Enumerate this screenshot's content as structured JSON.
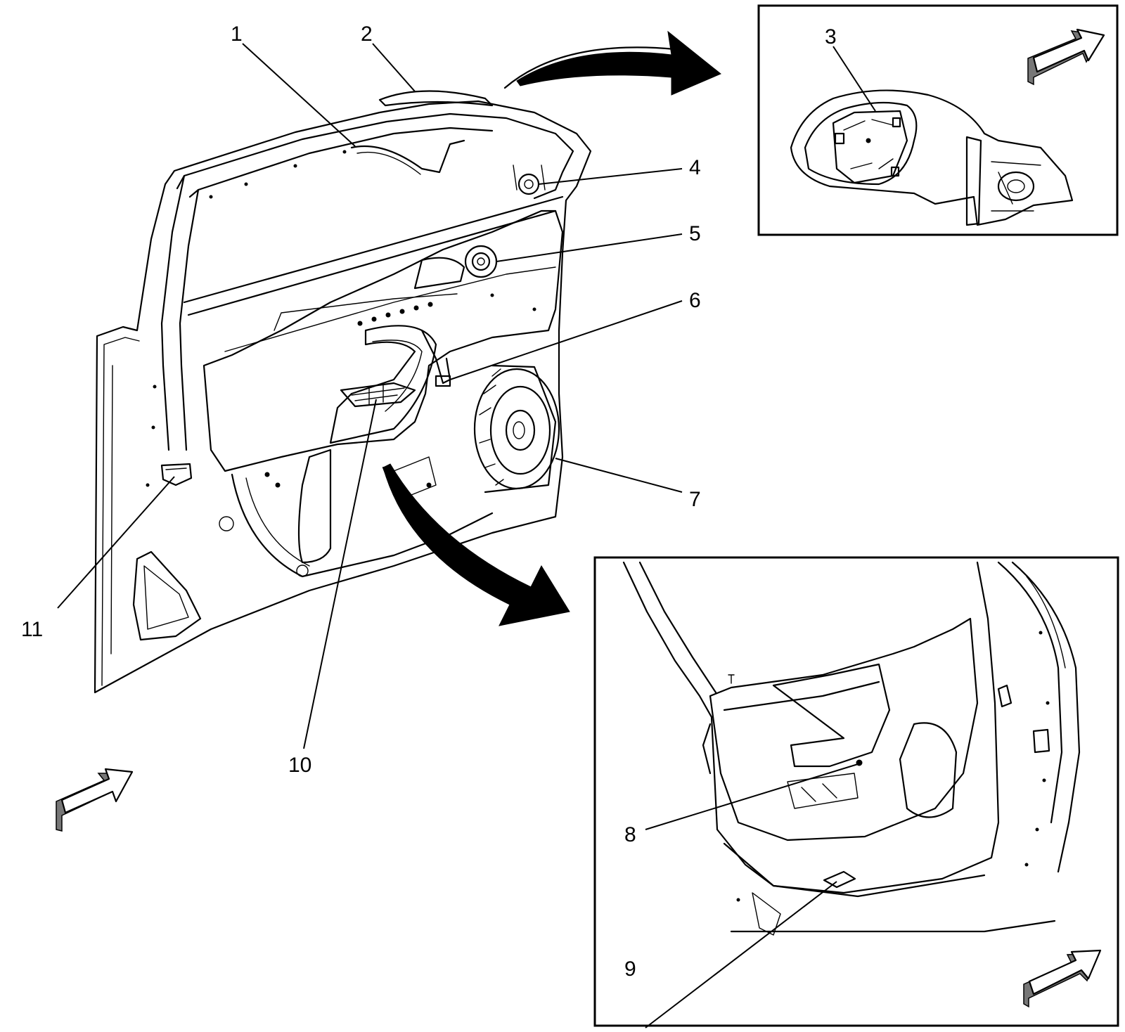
{
  "callouts": [
    {
      "id": "1",
      "label": "1"
    },
    {
      "id": "2",
      "label": "2"
    },
    {
      "id": "3",
      "label": "3"
    },
    {
      "id": "4",
      "label": "4"
    },
    {
      "id": "5",
      "label": "5"
    },
    {
      "id": "6",
      "label": "6"
    },
    {
      "id": "7",
      "label": "7"
    },
    {
      "id": "8",
      "label": "8"
    },
    {
      "id": "9",
      "label": "9"
    },
    {
      "id": "10",
      "label": "10"
    },
    {
      "id": "11",
      "label": "11"
    }
  ],
  "insets": [
    {
      "id": "mirror-detail",
      "callouts": [
        "3"
      ]
    },
    {
      "id": "door-exterior-detail",
      "callouts": [
        "8",
        "9"
      ]
    }
  ],
  "icons": [
    "direction-arrow-icon",
    "detail-pointer-arrow-icon"
  ]
}
